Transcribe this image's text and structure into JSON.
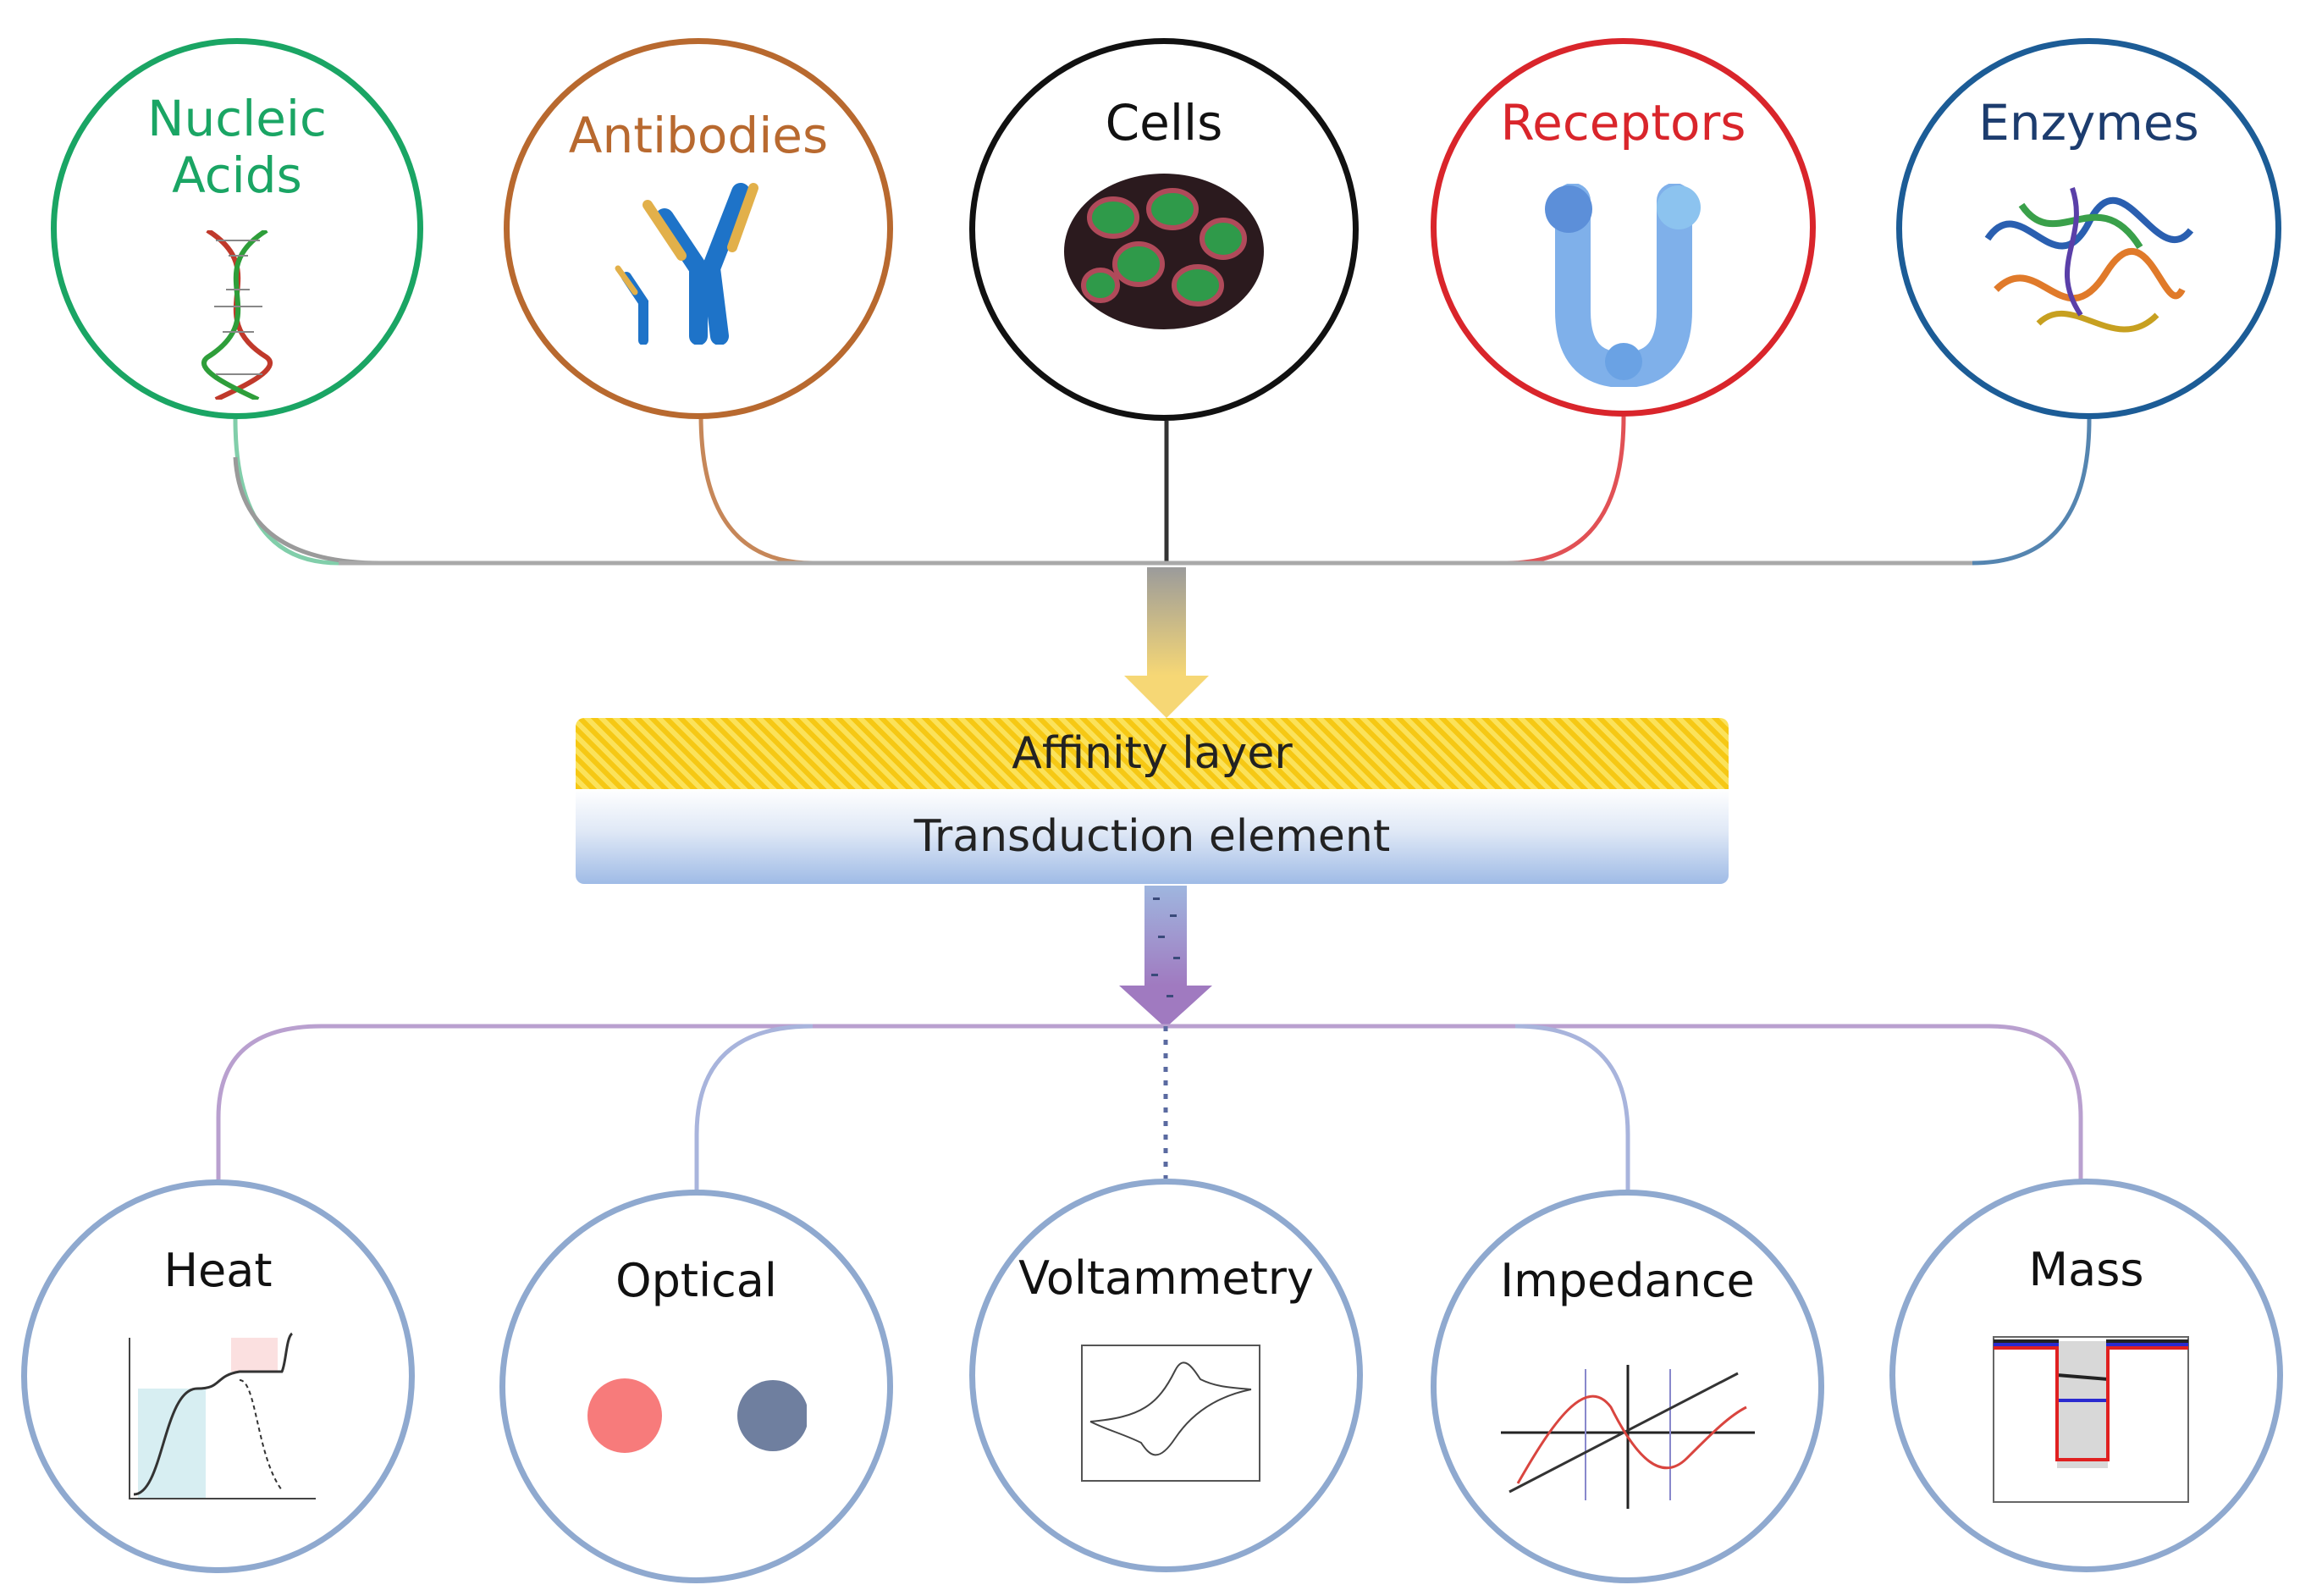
{
  "recognition_elements": [
    {
      "label": "Nucleic\nAcids",
      "color": "#1aa564",
      "icon": "dna-helix-icon"
    },
    {
      "label": "Antibodies",
      "color": "#b8692f",
      "icon": "antibody-icon"
    },
    {
      "label": "Cells",
      "color": "#111111",
      "icon": "cells-micrograph-icon"
    },
    {
      "label": "Receptors",
      "color": "#d9252b",
      "icon": "receptor-protein-icon"
    },
    {
      "label": "Enzymes",
      "color": "#1c5c96",
      "icon": "enzyme-structure-icon"
    }
  ],
  "layers": {
    "affinity": "Affinity layer",
    "transduction": "Transduction element"
  },
  "transducers": [
    {
      "label": "Heat",
      "icon": "thermal-curve-icon"
    },
    {
      "label": "Optical",
      "icon": "color-dots-icon"
    },
    {
      "label": "Voltammetry",
      "icon": "cyclic-voltammogram-icon"
    },
    {
      "label": "Impedance",
      "icon": "impedance-curve-icon"
    },
    {
      "label": "Mass",
      "icon": "mass-response-plot-icon"
    }
  ],
  "colors": {
    "connector_top": "#9a9a9a",
    "connector_bottom": "#c08fc4",
    "circle_bottom": "#8fa9cf",
    "arrow_top": "#f4d27a",
    "arrow_bottom": "#a685c4",
    "optical_dot_1": "#f77b7b",
    "optical_dot_2": "#6f7f9f"
  }
}
